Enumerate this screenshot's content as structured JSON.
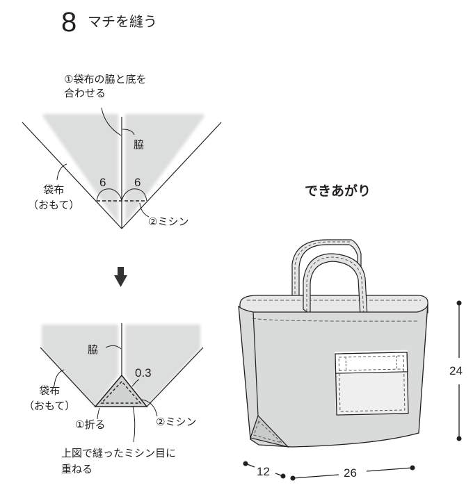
{
  "header": {
    "step_number": "8",
    "step_title": "マチを縫う"
  },
  "figure_top": {
    "instruction_1": "①袋布の脇と底を\n合わせる",
    "side_seam_label": "脇",
    "fabric_label": "袋布\n（おもて）",
    "measure_left": "6",
    "measure_right": "6",
    "instruction_2": "②ミシン"
  },
  "arrow": {
    "icon": "down-arrow-icon"
  },
  "figure_bottom": {
    "side_seam_label": "脇",
    "fabric_label": "袋布\n（おもて）",
    "measure": "0.3",
    "instruction_1": "①折る",
    "instruction_2": "②ミシン",
    "note": "上図で縫ったミシン目に\n重ねる"
  },
  "finished": {
    "title": "できあがり",
    "height": "24",
    "depth": "12",
    "width": "26"
  },
  "colors": {
    "fabric_fill": "#dcdddd",
    "line": "#231f20",
    "background": "#ffffff"
  }
}
